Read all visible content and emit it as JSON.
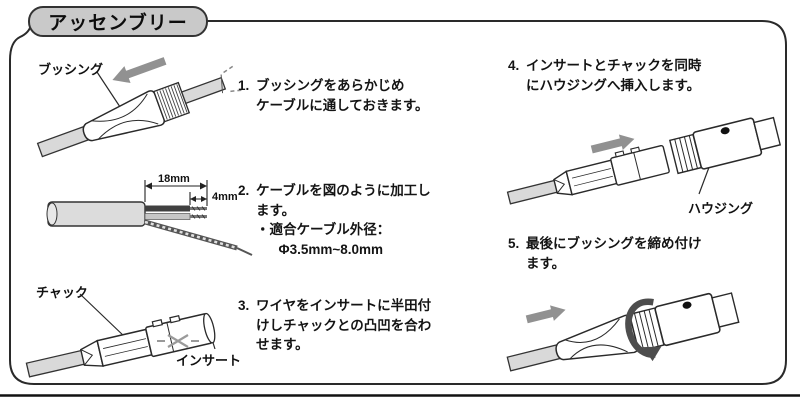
{
  "title": "アッセンブリー",
  "steps": [
    {
      "number": "1.",
      "text": "ブッシングをあらかじめ\nケーブルに通しておきます。"
    },
    {
      "number": "2.",
      "text": "ケーブルを図のように加工し\nます。\n・適合ケーブル外径：\n      Φ3.5mm~8.0mm"
    },
    {
      "number": "3.",
      "text": "ワイヤをインサートに半田付\nけしチャックとの凸凹を合わ\nせます。"
    },
    {
      "number": "4.",
      "text": "インサートとチャックを同時\nにハウジングへ挿入します。"
    },
    {
      "number": "5.",
      "text": "最後にブッシングを締め付け\nます。"
    }
  ],
  "part_labels": {
    "bushing": "ブッシング",
    "chuck": "チャック",
    "insert": "インサート",
    "housing": "ハウジング"
  },
  "dimensions": {
    "strip_length": "18mm",
    "tip_length": "4mm"
  },
  "colors": {
    "title_box_fill": "#c9c9c9",
    "outline": "#222222",
    "cable_fill": "#d9d9d9",
    "arrow_gray": "#919191",
    "rotation_arrow": "#4d4d4d"
  }
}
